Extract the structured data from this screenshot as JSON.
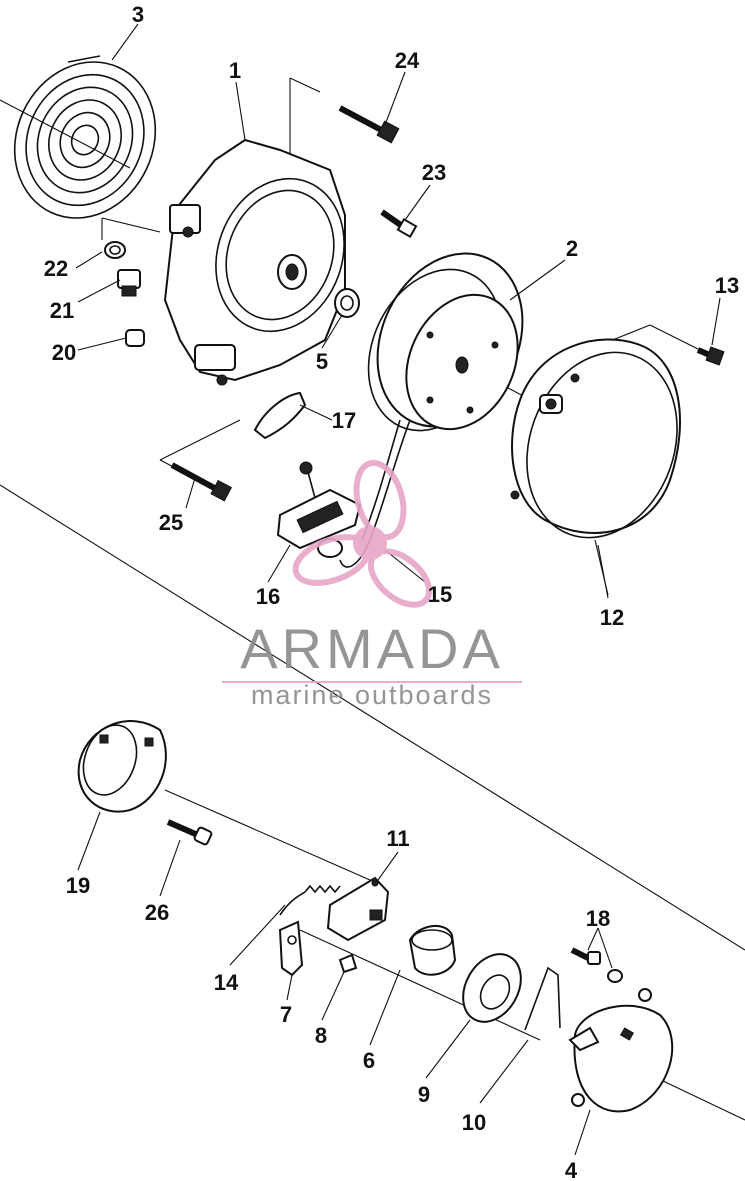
{
  "diagram": {
    "labels": [
      {
        "id": "p1",
        "text": "1"
      },
      {
        "id": "p2",
        "text": "2"
      },
      {
        "id": "p3",
        "text": "3"
      },
      {
        "id": "p4",
        "text": "4"
      },
      {
        "id": "p5",
        "text": "5"
      },
      {
        "id": "p6",
        "text": "6"
      },
      {
        "id": "p7",
        "text": "7"
      },
      {
        "id": "p8",
        "text": "8"
      },
      {
        "id": "p9",
        "text": "9"
      },
      {
        "id": "p10",
        "text": "10"
      },
      {
        "id": "p11",
        "text": "11"
      },
      {
        "id": "p12",
        "text": "12"
      },
      {
        "id": "p13",
        "text": "13"
      },
      {
        "id": "p14",
        "text": "14"
      },
      {
        "id": "p15",
        "text": "15"
      },
      {
        "id": "p16",
        "text": "16"
      },
      {
        "id": "p17",
        "text": "17"
      },
      {
        "id": "p18",
        "text": "18"
      },
      {
        "id": "p19",
        "text": "19"
      },
      {
        "id": "p20",
        "text": "20"
      },
      {
        "id": "p21",
        "text": "21"
      },
      {
        "id": "p22",
        "text": "22"
      },
      {
        "id": "p23",
        "text": "23"
      },
      {
        "id": "p24",
        "text": "24"
      },
      {
        "id": "p25",
        "text": "25"
      },
      {
        "id": "p26",
        "text": "26"
      }
    ]
  },
  "watermark": {
    "title": "ARMADA",
    "subtitle": "marine outboards",
    "logo_color": "#e8a6c8",
    "text_color": "#8a8a8a"
  }
}
